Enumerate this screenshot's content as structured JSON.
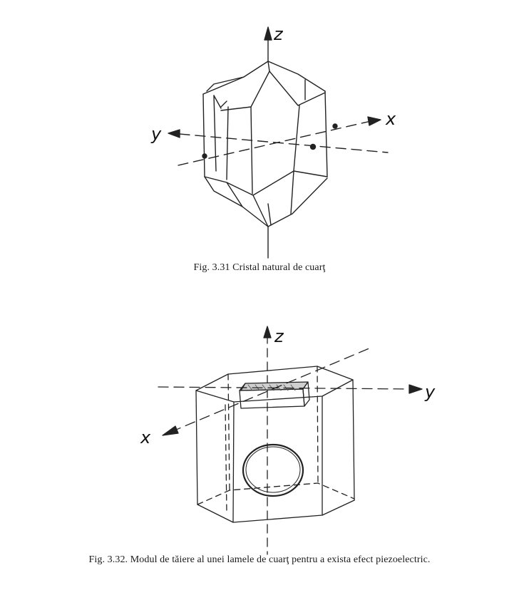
{
  "figure1": {
    "axes": {
      "z": "z",
      "x": "x",
      "y": "y"
    },
    "caption": "Fig. 3.31 Cristal natural de cuarţ"
  },
  "figure2": {
    "axes": {
      "z": "z",
      "x": "x",
      "y": "y"
    },
    "caption": "Fig. 3.32. Modul de tăiere al unei lamele de cuarţ pentru a exista efect piezoelectric."
  }
}
